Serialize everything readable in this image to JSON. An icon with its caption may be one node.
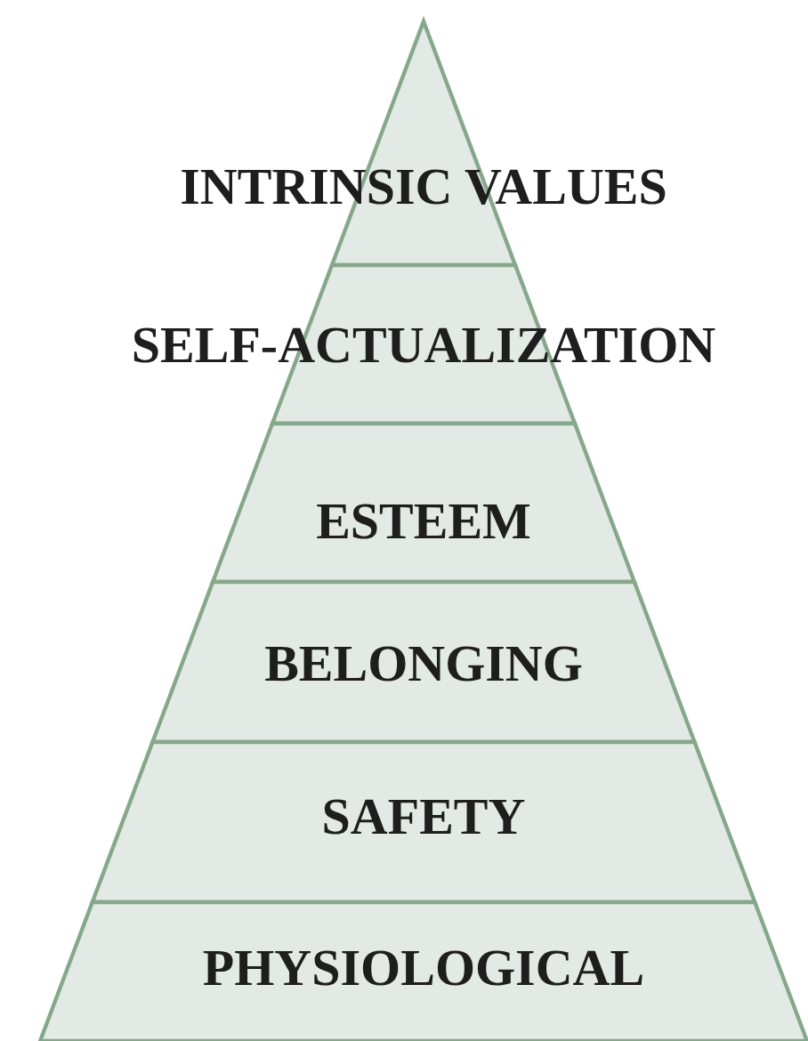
{
  "diagram": {
    "nodes": [
      {
        "text": [
          "INTRINSIC VALUES"
        ]
      },
      {
        "text": [
          "SELF-ACTUALIZATION"
        ]
      },
      {
        "text": [
          "ESTEEM"
        ]
      },
      {
        "text": [
          "BELONGING"
        ]
      },
      {
        "text": [
          "SAFETY"
        ]
      },
      {
        "text": [
          "PHYSIOLOGICAL"
        ]
      }
    ]
  }
}
